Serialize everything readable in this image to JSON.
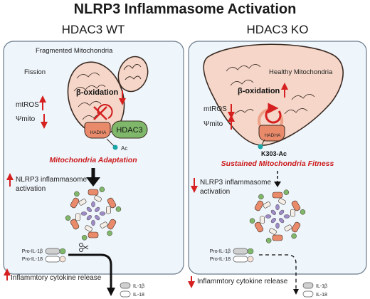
{
  "title": "NLRP3 Inflammasome Activation",
  "left": {
    "header": "HDAC3 WT",
    "fragmented_label": "Fragmented Mitochondria",
    "fission_label": "Fission",
    "beta_oxidation": "β-oxidation",
    "mtros": "mtROS",
    "psimito": "Ψmito",
    "hadha": "HADHA",
    "hdac3": "HDAC3",
    "ac": "Ac",
    "adaptation": "Mitochondria Adaptation",
    "nlrp3": "NLRP3 inflammasome\nactivation",
    "pro_il1b": "Pro-IL-1β",
    "pro_il18": "Pro-IL-18",
    "cytokine": "Inflammtory cytokine release",
    "il1b": "IL-1β",
    "il18": "IL-18"
  },
  "right": {
    "header": "HDAC3 KO",
    "healthy_label": "Healthy Mitochondria",
    "beta_oxidation": "β-oxidation",
    "mtros": "mtROS",
    "psimito": "Ψmito",
    "hadha": "HADHA",
    "k303": "K303-Ac",
    "fitness": "Sustained Mitochondria Fitness",
    "nlrp3": "NLRP3 inflammasome\nactivation",
    "pro_il1b": "Pro-IL-1β",
    "pro_il18": "Pro-IL-18",
    "cytokine": "Inflammtory cytokine release",
    "il1b": "IL-1β",
    "il18": "IL-18"
  },
  "colors": {
    "panel_fill": "#eef5fb",
    "panel_stroke": "#6b7c8c",
    "mito_fill": "#f5d6c8",
    "mito_stroke": "#3a2a22",
    "hadha": "#e98b6b",
    "hdac3": "#7fb86a",
    "acetyl": "#1aa6a6",
    "red": "#d62020",
    "red_text": "#cc1a1a"
  }
}
